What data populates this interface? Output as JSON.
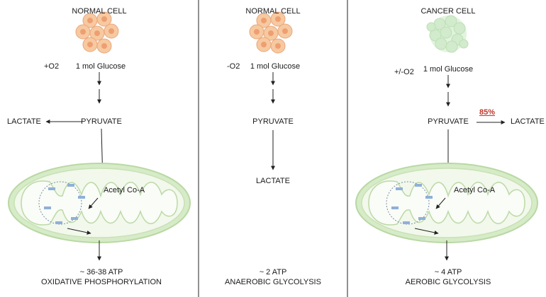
{
  "panels": [
    {
      "cell_label": "NORMAL CELL",
      "oxygen": "+O2",
      "glucose": "1 mol Glucose",
      "pyruvate": "PYRUVATE",
      "side_product": "LACTATE",
      "mito_label": "Acetyl Co-A",
      "atp": "~ 36-38 ATP",
      "pathway": "OXIDATIVE PHOSPHORYLATION"
    },
    {
      "cell_label": "NORMAL CELL",
      "oxygen": "-O2",
      "glucose": "1 mol Glucose",
      "pyruvate": "PYRUVATE",
      "product": "LACTATE",
      "atp": "~ 2 ATP",
      "pathway": "ANAEROBIC GLYCOLYSIS"
    },
    {
      "cell_label": "CANCER CELL",
      "oxygen": "+/-O2",
      "glucose": "1 mol Glucose",
      "pyruvate": "PYRUVATE",
      "percent": "85%",
      "side_product": "LACTATE",
      "mito_label": "Acetyl Co-A",
      "atp": "~ 4 ATP",
      "pathway": "AEROBIC GLYCOLYSIS"
    }
  ],
  "colors": {
    "normal_cell_fill": "#f7c9a0",
    "normal_cell_nucleus": "#ee9f72",
    "cancer_cell_fill": "#c9e8c4",
    "mito_outer": "#cfe6bf",
    "mito_inner": "#e9f3de",
    "arrow": "#222222",
    "highlight": "#c0392b"
  }
}
